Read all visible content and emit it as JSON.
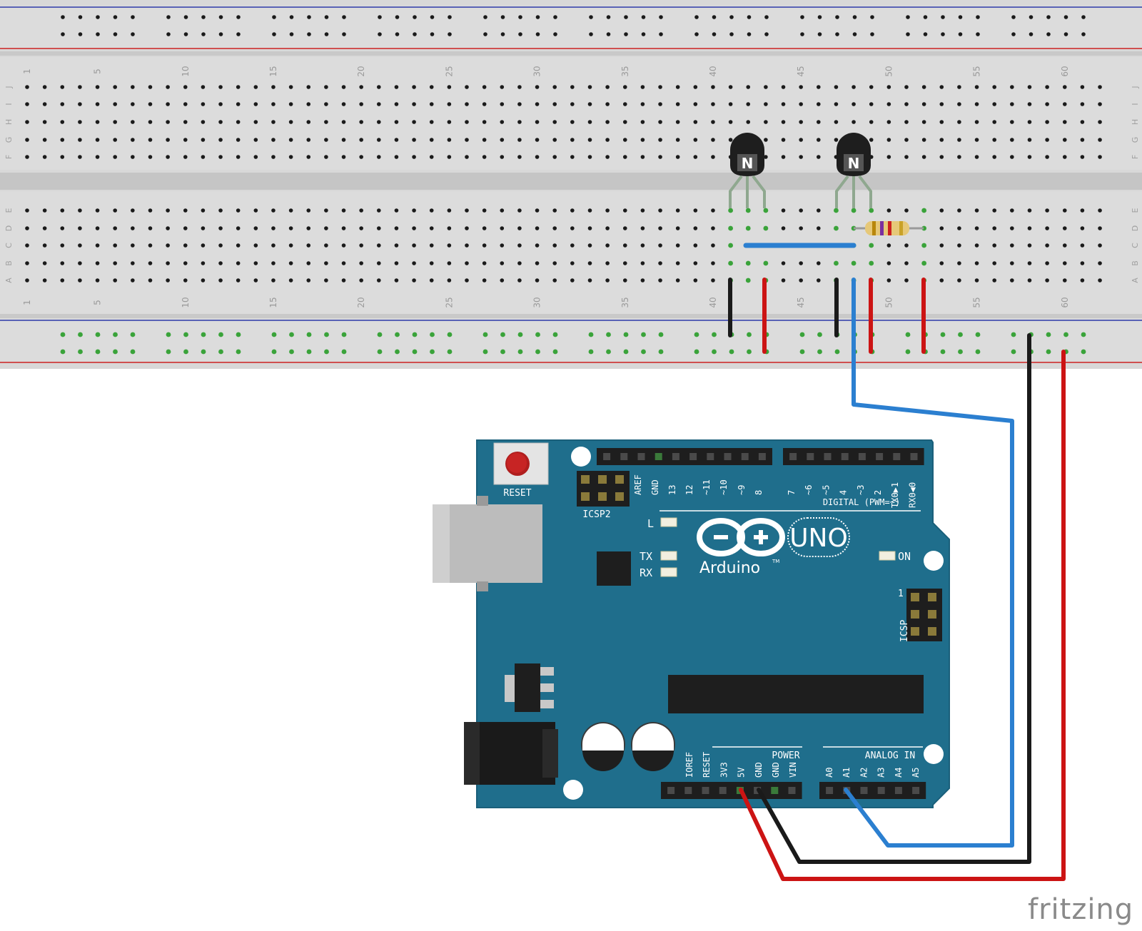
{
  "breadboard": {
    "column_numbers": [
      "1",
      "5",
      "10",
      "15",
      "20",
      "25",
      "30",
      "35",
      "40",
      "45",
      "50",
      "55",
      "60"
    ],
    "top_rows": [
      "J",
      "I",
      "H",
      "G",
      "F"
    ],
    "bottom_rows": [
      "E",
      "D",
      "C",
      "B",
      "A"
    ]
  },
  "components": {
    "transistor_1_label": "N",
    "transistor_2_label": "N"
  },
  "arduino": {
    "reset_label": "RESET",
    "icsp2_label": "ICSP2",
    "icsp_label": "ICSP",
    "icsp_pin1": "1",
    "digital_label": "DIGITAL (PWM=~)",
    "digital_pins_left": [
      "AREF",
      "GND",
      "13",
      "12",
      "~11",
      "~10",
      "~9",
      "8"
    ],
    "digital_pins_right": [
      "7",
      "~6",
      "~5",
      "4",
      "~3",
      "2",
      "TX0▶1",
      "RX0◀0"
    ],
    "led_L": "L",
    "led_TX": "TX",
    "led_RX": "RX",
    "led_ON": "ON",
    "brand": "Arduino",
    "tm": "TM",
    "model": "UNO",
    "power_label": "POWER",
    "analog_label": "ANALOG IN",
    "power_pins": [
      "IOREF",
      "RESET",
      "3V3",
      "5V",
      "GND",
      "GND",
      "VIN"
    ],
    "analog_pins": [
      "A0",
      "A1",
      "A2",
      "A3",
      "A4",
      "A5"
    ]
  },
  "colors": {
    "board": "#1f6e8c",
    "wire_blue": "#2b7fd0",
    "wire_red": "#cc1414",
    "wire_black": "#1a1a1a",
    "breadboard": "#d8d8d8"
  },
  "footer": {
    "brand": "fritzing"
  }
}
